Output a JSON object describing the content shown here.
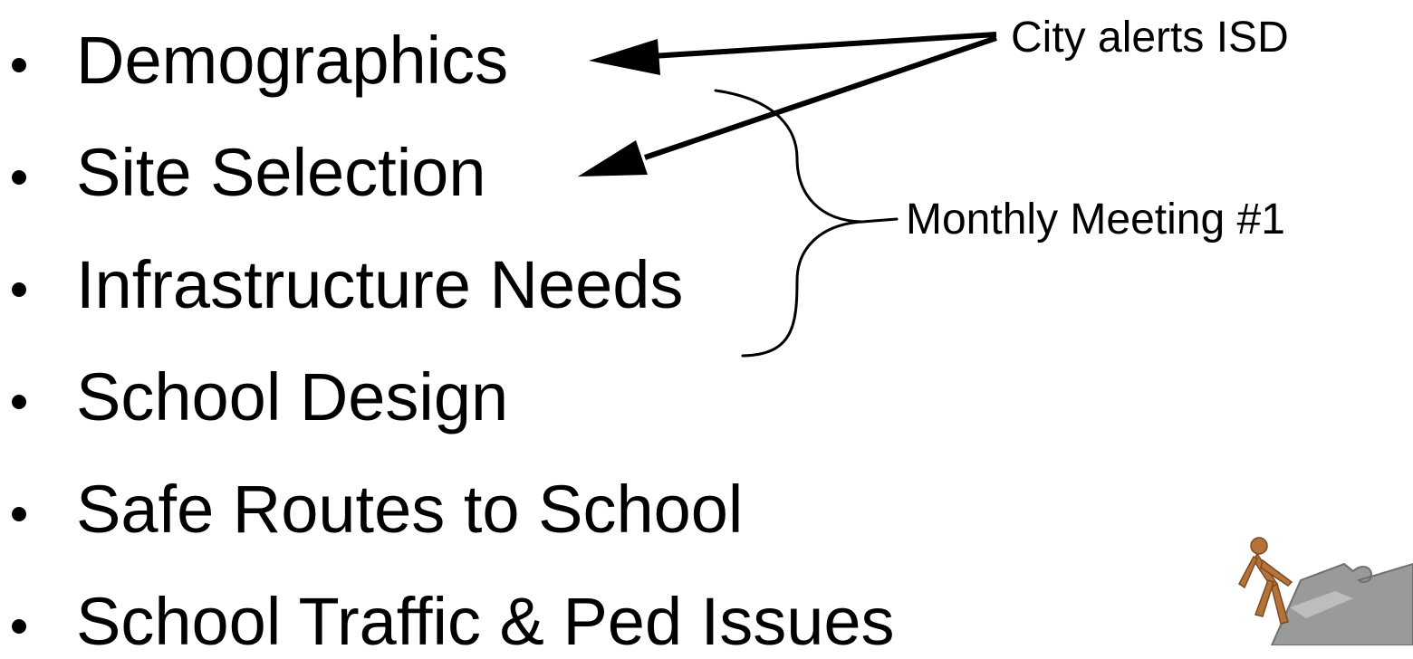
{
  "bullets": [
    {
      "text": "Demographics"
    },
    {
      "text": "Site Selection"
    },
    {
      "text": "Infrastructure Needs"
    },
    {
      "text": "School Design"
    },
    {
      "text": "Safe Routes to School"
    },
    {
      "text": "School Traffic & Ped Issues"
    }
  ],
  "annotations": {
    "city_alerts": "City alerts ISD",
    "monthly_meeting": "Monthly Meeting #1"
  },
  "colors": {
    "text": "#000000",
    "background": "#ffffff",
    "figure": "#b5733a",
    "puzzle": "#9a9a9a"
  },
  "icons": {
    "clipart": "figure-pushing-puzzle-piece-icon"
  }
}
